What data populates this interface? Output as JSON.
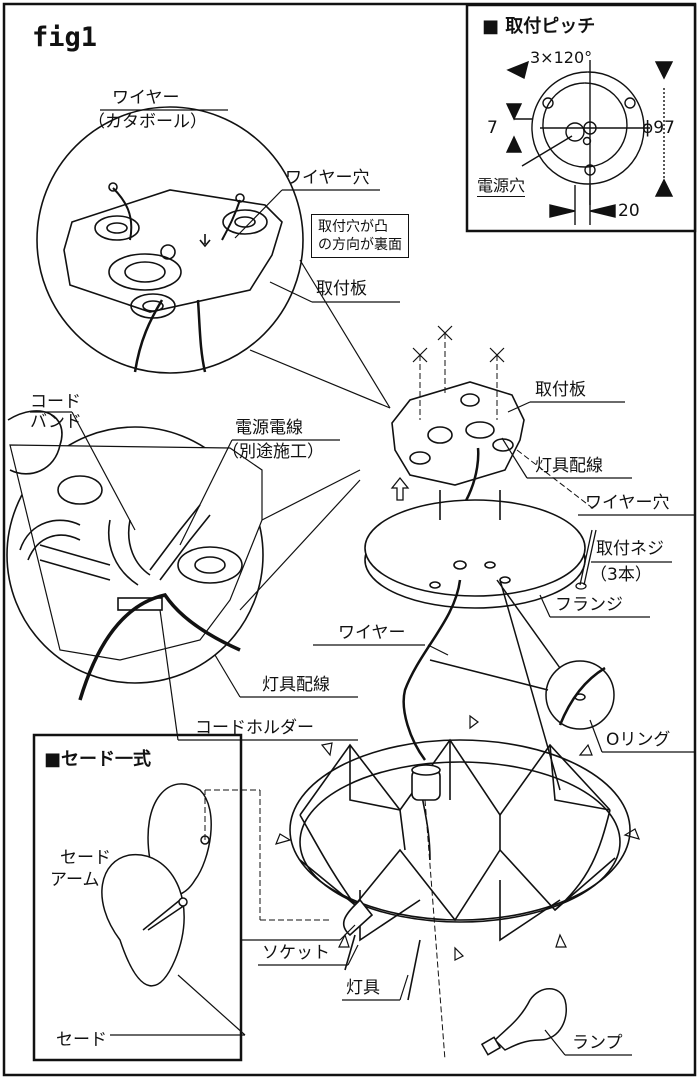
{
  "figure": {
    "title": "fig1"
  },
  "pitch": {
    "title": "■ 取付ピッチ",
    "angle": "3×120°",
    "offset": "7",
    "diameter": "ϕ97",
    "center_offset": "20",
    "power_hole": "電源穴"
  },
  "labels": {
    "wire_katabolt": [
      "ワイヤー",
      "（カタボール）"
    ],
    "wire_hole_top": "ワイヤー穴",
    "mount_note": [
      "取付穴が凸",
      "の方向が裏面"
    ],
    "mount_plate_top": "取付板",
    "cord_band": [
      "コード",
      "バンド"
    ],
    "power_wire": [
      "電源電線",
      "（別途施工）"
    ],
    "mount_plate": "取付板",
    "fixture_wiring_right": "灯具配線",
    "wire_hole": "ワイヤー穴",
    "mount_screw": [
      "取付ネジ",
      "（3本）"
    ],
    "flange": "フランジ",
    "wire": "ワイヤー",
    "fixture_wiring_left": "灯具配線",
    "cord_holder": "コードホルダー",
    "o_ring": "Oリング",
    "socket": "ソケット",
    "fixture": "灯具",
    "lamp": "ランプ"
  },
  "shade_set": {
    "title": "■セード一式",
    "arm": [
      "セード",
      "アーム"
    ],
    "shade": "セード"
  }
}
